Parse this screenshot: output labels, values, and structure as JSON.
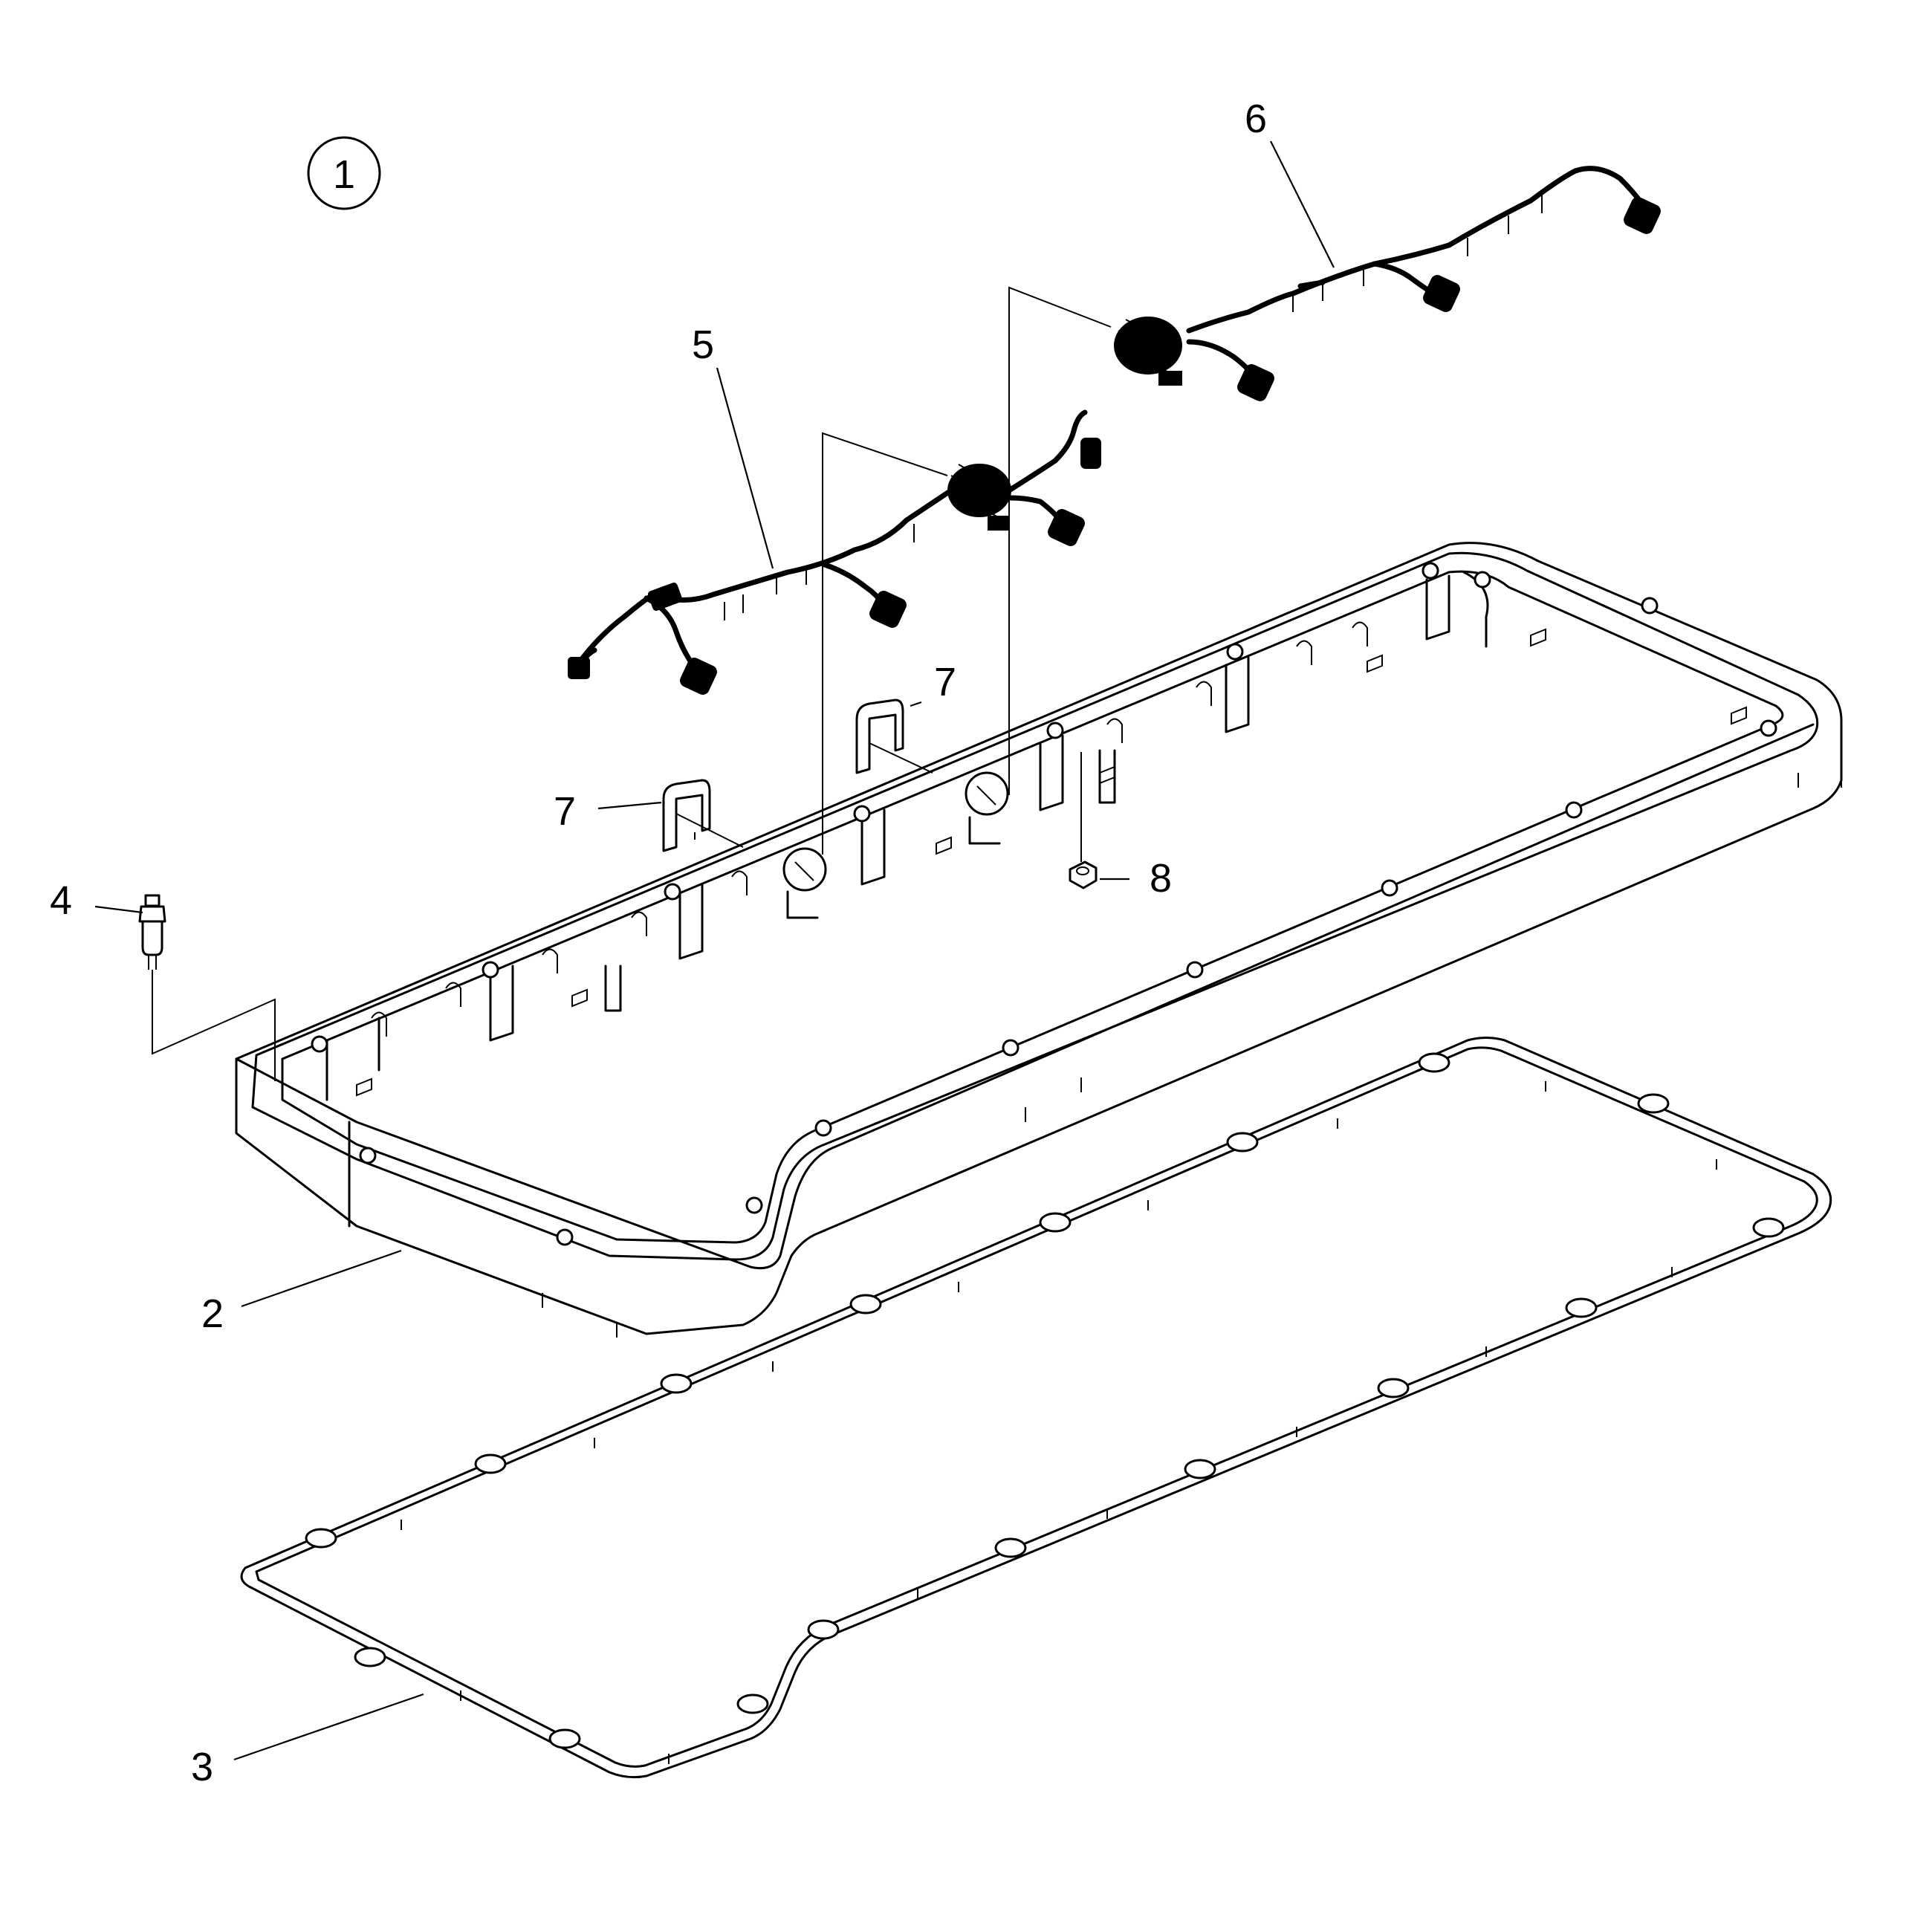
{
  "view_number": "1",
  "callouts": {
    "valve_cover": "2",
    "gasket": "3",
    "stud": "4",
    "harness_front": "5",
    "harness_rear": "6",
    "clip_left": "7",
    "clip_right": "7",
    "nut": "8"
  }
}
